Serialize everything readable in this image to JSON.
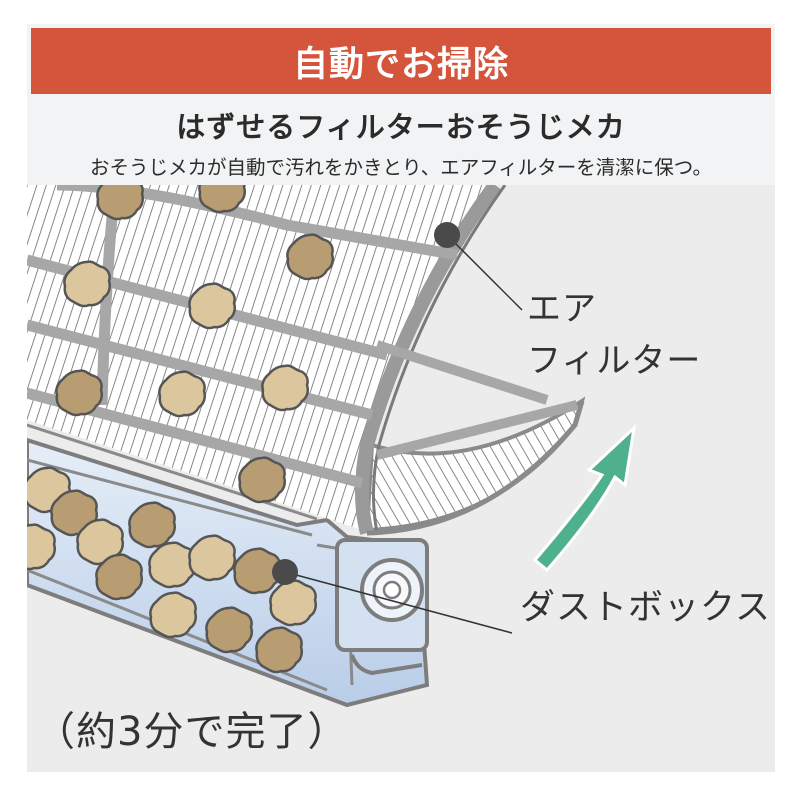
{
  "banner": {
    "title": "自動でお掃除",
    "color": "#d5543c"
  },
  "subtitle": "はずせるフィルターおそうじメカ",
  "description": "おそうじメカが自動で汚れをかきとり、エアフィルターを清潔に保つ。",
  "illustration": {
    "labels": {
      "air_filter_line1": "エア",
      "air_filter_line2": "フィルター",
      "dust_box": "ダストボックス"
    },
    "duration": "（約3分で完了）",
    "arrow_color": "#4fb08c",
    "dust_colors": [
      "#b89c72",
      "#dcc69e"
    ],
    "dustbox_color": "#c9d9ee"
  }
}
